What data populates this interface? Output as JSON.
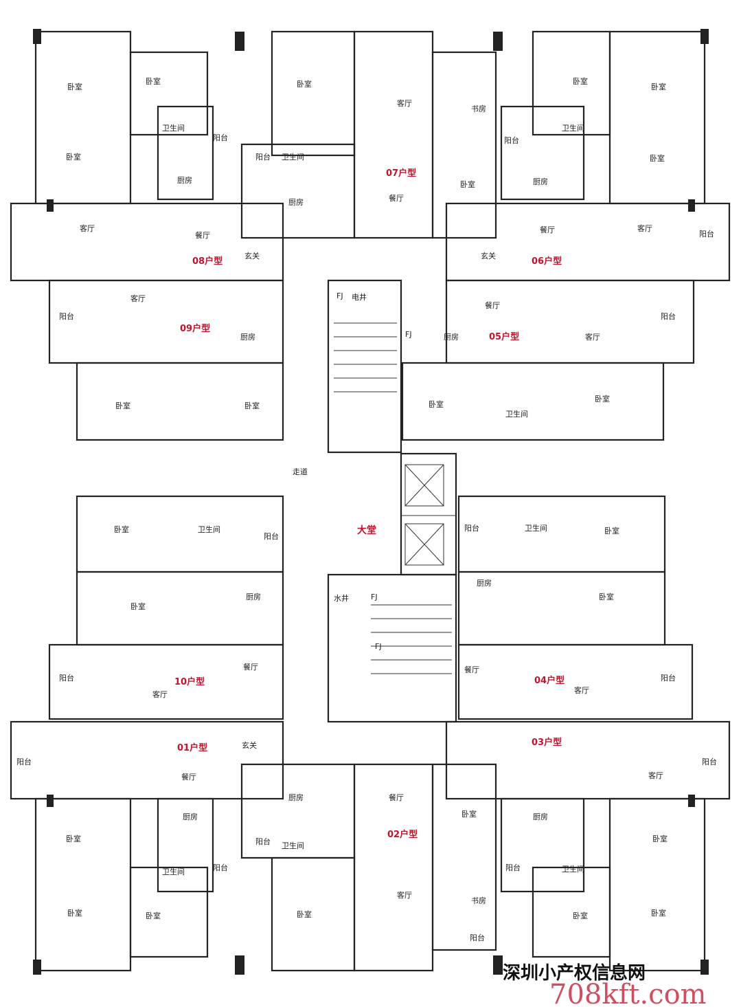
{
  "units": [
    {
      "id": "08",
      "label": "08户型"
    },
    {
      "id": "07",
      "label": "07户型"
    },
    {
      "id": "06",
      "label": "06户型"
    },
    {
      "id": "09",
      "label": "09户型"
    },
    {
      "id": "05",
      "label": "05户型"
    },
    {
      "id": "10",
      "label": "10户型"
    },
    {
      "id": "04",
      "label": "04户型"
    },
    {
      "id": "01",
      "label": "01户型"
    },
    {
      "id": "02",
      "label": "02户型"
    },
    {
      "id": "03",
      "label": "03户型"
    }
  ],
  "rooms": {
    "bedroom": "卧室",
    "living": "客厅",
    "dining": "餐厅",
    "kitchen": "厨房",
    "bathroom": "卫生间",
    "balcony": "阳台",
    "study": "书房",
    "entry": "玄关",
    "corridor": "走道",
    "lobby": "大堂",
    "water_shaft": "水井",
    "electric_shaft": "电井",
    "fj": "FJ"
  },
  "watermark": {
    "cn": "深圳小产权信息网",
    "en": "708kft.com"
  },
  "colors": {
    "unit_label": "#c0142c",
    "wall": "#222222"
  }
}
